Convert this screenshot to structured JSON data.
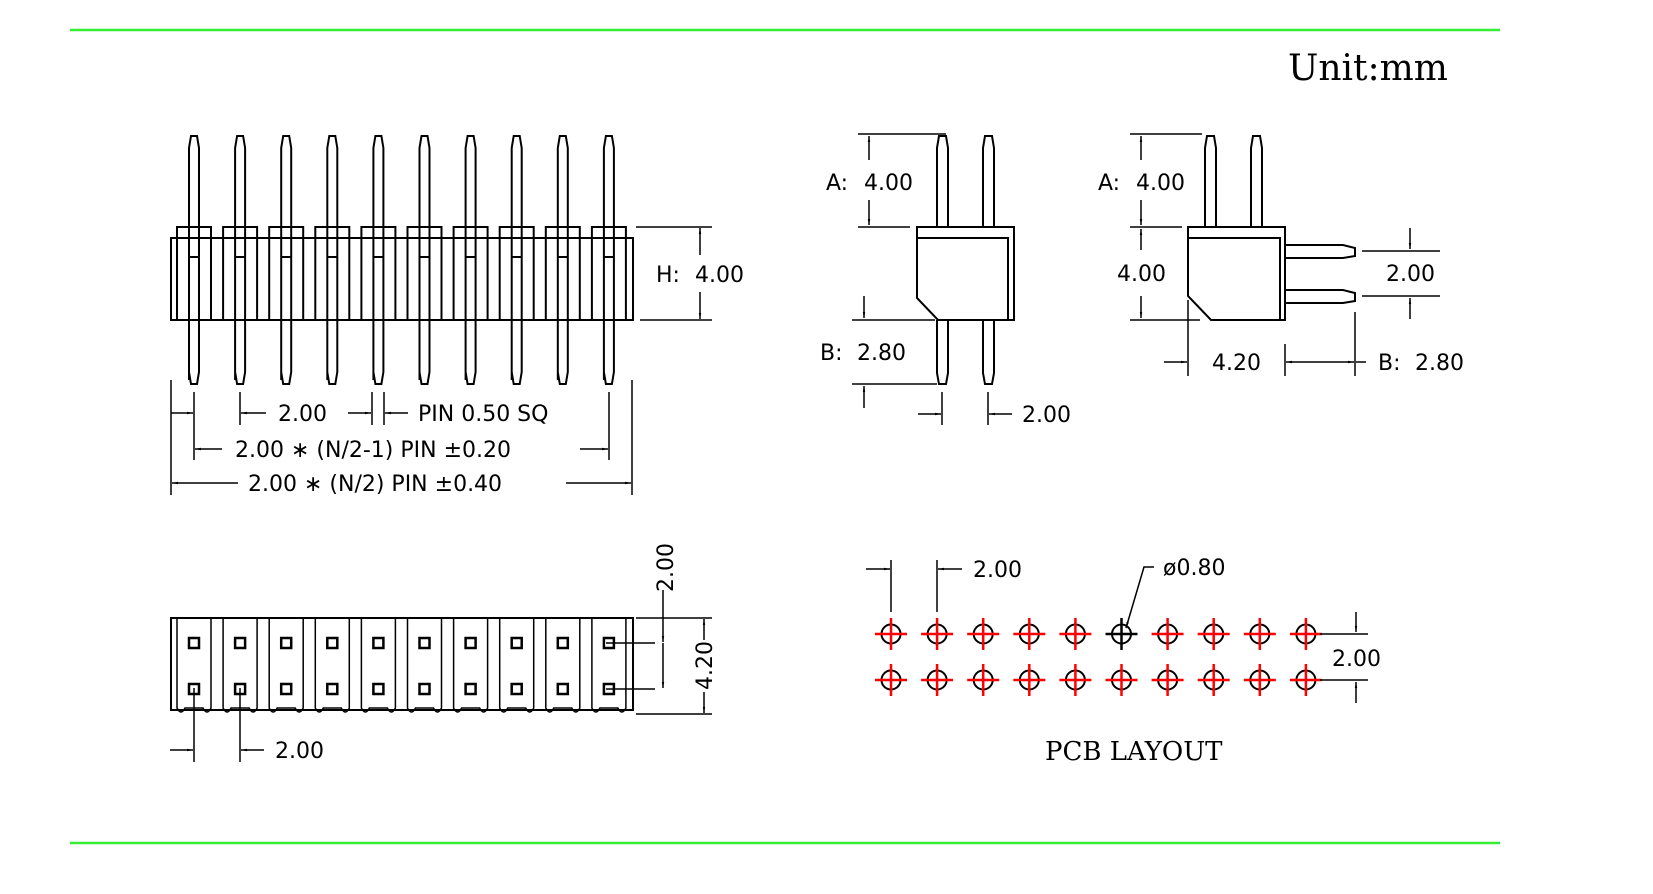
{
  "header": {
    "unit_label": "Unit:mm"
  },
  "colors": {
    "rule_line": "#33ee33",
    "pcb_cross": "#ff0000",
    "outline": "#000000"
  },
  "front_view": {
    "pin_count_shown": 10,
    "h_label": "H:",
    "h_value": "4.00",
    "pitch": "2.00",
    "pin_size": "PIN 0.50 SQ",
    "span_pins": "2.00 ∗ (N/2-1) PIN ±0.20",
    "span_body": "2.00 ∗ (N/2) PIN ±0.40"
  },
  "side_view_straight": {
    "a_label": "A:",
    "a_value": "4.00",
    "b_label": "B:",
    "b_value": "2.80",
    "row_pitch": "2.00"
  },
  "side_view_right_angle": {
    "a_label": "A:",
    "a_value": "4.00",
    "body_height": "4.00",
    "row_pitch": "2.00",
    "body_depth": "4.20",
    "b_label": "B:",
    "b_value": "2.80"
  },
  "top_view": {
    "pin_columns": 10,
    "pin_rows": 2,
    "row_pitch": "2.00",
    "body_width": "4.20",
    "pitch": "2.00"
  },
  "pcb_layout": {
    "title": "PCB LAYOUT",
    "columns": 10,
    "rows": 2,
    "pitch": "2.00",
    "row_pitch": "2.00",
    "hole_diameter": "ø0.80",
    "highlighted_hole_index": 5
  }
}
